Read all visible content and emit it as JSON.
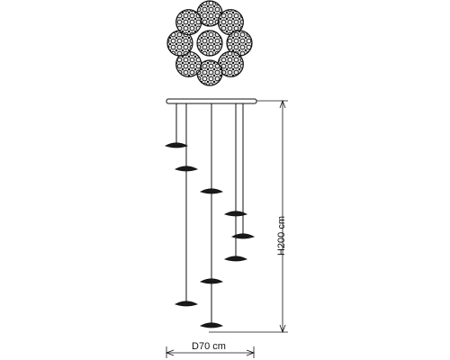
{
  "dimensions": {
    "height_label": "H200 cm",
    "diameter_label": "D70 cm"
  },
  "fixture": {
    "shade_count": 9,
    "top_view_shade_count": 9
  },
  "colors": {
    "line": "#111111",
    "shade_fill": "#1a1a1a",
    "texture_bg": "#e8e8e8",
    "background": "#ffffff"
  }
}
